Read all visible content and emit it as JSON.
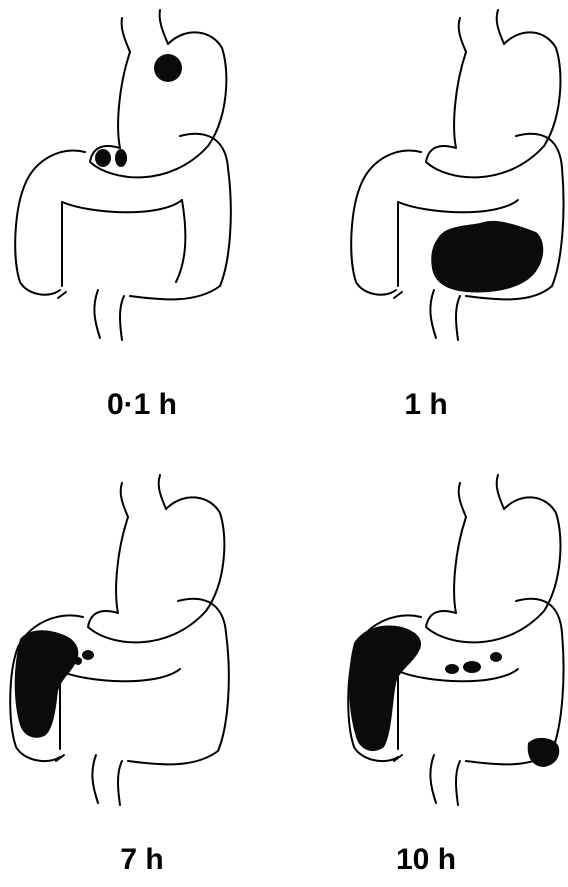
{
  "figure": {
    "panels": [
      {
        "id": "p1",
        "caption": "0·1 h"
      },
      {
        "id": "p2",
        "caption": "1 h"
      },
      {
        "id": "p3",
        "caption": "7 h"
      },
      {
        "id": "p4",
        "caption": "10 h"
      }
    ]
  },
  "colors": {
    "line": "#000000",
    "marker": "#0b0b0b",
    "background": "#ffffff"
  }
}
